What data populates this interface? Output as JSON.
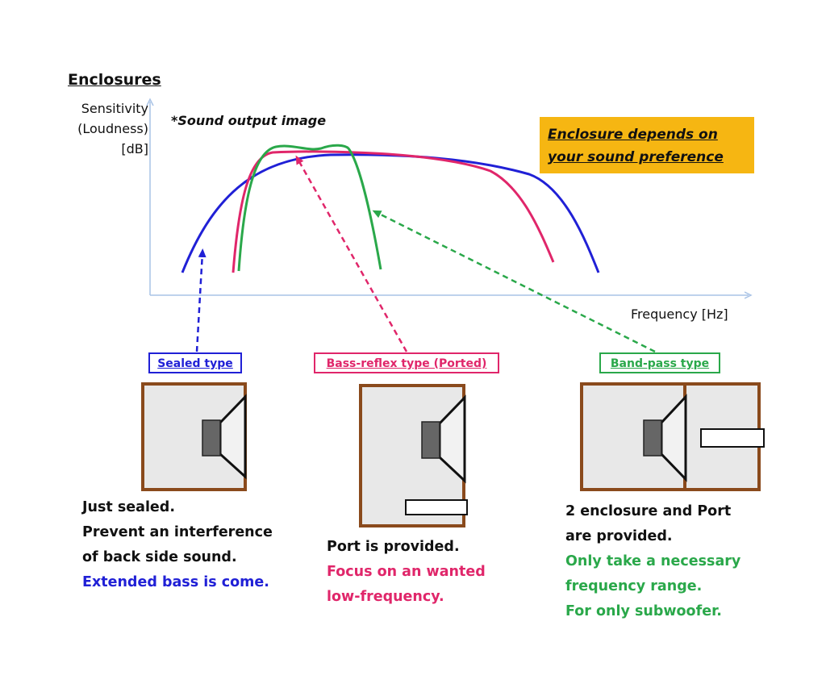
{
  "title": "Enclosures",
  "y_axis_label": [
    "Sensitivity",
    "(Loudness)",
    "[dB]"
  ],
  "note": "*Sound output image",
  "callout": [
    "Enclosure depends on",
    "your sound preference"
  ],
  "x_axis_label": "Frequency [Hz]",
  "colors": {
    "sealed": "#2020d6",
    "bass_reflex": "#e0266a",
    "band_pass": "#2aa84a",
    "callout_bg": "#f6b612",
    "cabinet": "#8a4a1c",
    "axis": "#a9c3e6"
  },
  "types": [
    {
      "id": "sealed",
      "label": "Sealed type",
      "lines": [
        "Just sealed.",
        "Prevent an interference",
        "of back side sound."
      ],
      "highlight": [
        "Extended bass is come."
      ]
    },
    {
      "id": "bass_reflex",
      "label": "Bass-reflex type (Ported)",
      "lines": [
        "Port is provided."
      ],
      "highlight": [
        "Focus on an wanted",
        "low-frequency."
      ]
    },
    {
      "id": "band_pass",
      "label": "Band-pass type",
      "lines": [
        "2 enclosure and Port",
        "are provided."
      ],
      "highlight": [
        "Only take a necessary",
        "frequency range.",
        "For only subwoofer."
      ]
    }
  ],
  "icons": [
    "speaker-driver-icon",
    "arrow-up-icon"
  ]
}
